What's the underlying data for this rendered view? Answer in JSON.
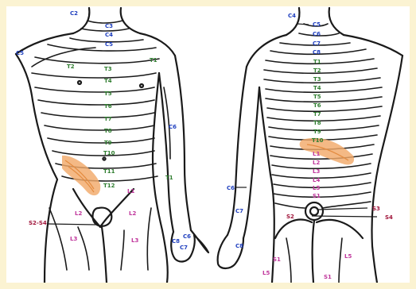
{
  "colors": {
    "frame": "#fbf3d2",
    "canvas": "#ffffff",
    "cervical": "#1f3fbf",
    "thoracic": "#2f7d2f",
    "lumbar": "#c0369c",
    "sacral": "#c0369c",
    "callout": "#a0143a",
    "pain_region": "#f2a96a"
  },
  "anterior_view": {
    "labels": {
      "C2": "C2",
      "C3": "C3",
      "C4": "C4",
      "C5": "C5",
      "C5_arm": "C5",
      "T2": "T2",
      "T3": "T3",
      "T4": "T4",
      "T5": "T5",
      "T6": "T6",
      "T7": "T7",
      "T8": "T8",
      "T9": "T9",
      "T10": "T10",
      "T11": "T11",
      "T12": "T12",
      "T1_arm": "T1",
      "T1_forearm": "T1",
      "C6_arm": "C6",
      "C6_hand": "C6",
      "C7_hand": "C7",
      "C8_hand": "C8",
      "L1": "L1",
      "L2_left": "L2",
      "L2_right": "L2",
      "L3_left": "L3",
      "L3_right": "L3",
      "S2_S4": "S2-S4"
    }
  },
  "posterior_view": {
    "labels": {
      "C4": "C4",
      "C5": "C5",
      "C6": "C6",
      "C7": "C7",
      "C8": "C8",
      "T1": "T1",
      "T2": "T2",
      "T3": "T3",
      "T4": "T4",
      "T5": "T5",
      "T6": "T6",
      "T7": "T7",
      "T8": "T8",
      "T9": "T9",
      "T10": "T10",
      "L1": "L1",
      "L2": "L2",
      "L3": "L3",
      "L4": "L4",
      "L5": "L5",
      "S1_spine": "S1",
      "C6_arm": "C6",
      "C7_arm": "C7",
      "C8_hand": "C8",
      "S2": "S2",
      "S3": "S3",
      "S4": "S4",
      "S1_left": "S1",
      "S1_right": "S1",
      "L5_left": "L5",
      "L5_right": "L5"
    }
  }
}
